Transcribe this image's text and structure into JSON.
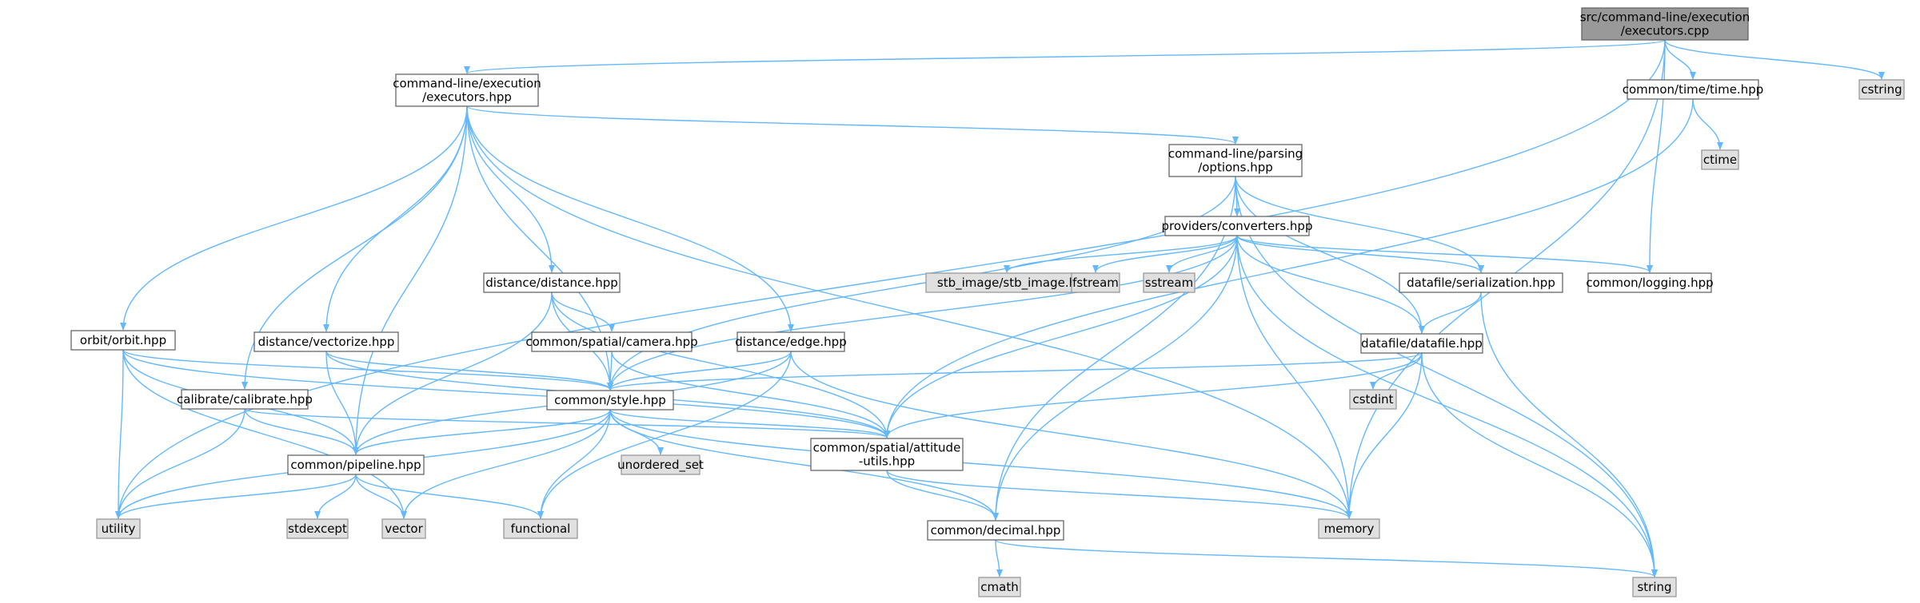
{
  "colors": {
    "edge": "#63b8ff",
    "root_fill": "#999999",
    "root_stroke": "#666666",
    "file_fill": "#ffffff",
    "file_stroke": "#666666",
    "system_fill": "#e0e0e0",
    "system_stroke": "#999999",
    "text": "#000000"
  },
  "nodes": [
    {
      "id": "root",
      "kind": "root",
      "lines": [
        "src/command-line/execution",
        "/executors.cpp"
      ]
    },
    {
      "id": "exechpp",
      "kind": "file",
      "lines": [
        "command-line/execution",
        "/executors.hpp"
      ]
    },
    {
      "id": "time",
      "kind": "file",
      "lines": [
        "common/time/time.hpp"
      ]
    },
    {
      "id": "cstring",
      "kind": "system",
      "lines": [
        "cstring"
      ]
    },
    {
      "id": "ctime",
      "kind": "system",
      "lines": [
        "ctime"
      ]
    },
    {
      "id": "options",
      "kind": "file",
      "lines": [
        "command-line/parsing",
        "/options.hpp"
      ]
    },
    {
      "id": "converters",
      "kind": "file",
      "lines": [
        "providers/converters.hpp"
      ]
    },
    {
      "id": "distance",
      "kind": "file",
      "lines": [
        "distance/distance.hpp"
      ]
    },
    {
      "id": "stb",
      "kind": "system",
      "lines": [
        "stb_image/stb_image.h"
      ]
    },
    {
      "id": "fstream",
      "kind": "system",
      "lines": [
        "fstream"
      ]
    },
    {
      "id": "sstream",
      "kind": "system",
      "lines": [
        "sstream"
      ]
    },
    {
      "id": "serialization",
      "kind": "file",
      "lines": [
        "datafile/serialization.hpp"
      ]
    },
    {
      "id": "logging",
      "kind": "file",
      "lines": [
        "common/logging.hpp"
      ]
    },
    {
      "id": "orbit",
      "kind": "file",
      "lines": [
        "orbit/orbit.hpp"
      ]
    },
    {
      "id": "vectorize",
      "kind": "file",
      "lines": [
        "distance/vectorize.hpp"
      ]
    },
    {
      "id": "camera",
      "kind": "file",
      "lines": [
        "common/spatial/camera.hpp"
      ]
    },
    {
      "id": "edge",
      "kind": "file",
      "lines": [
        "distance/edge.hpp"
      ]
    },
    {
      "id": "datafile",
      "kind": "file",
      "lines": [
        "datafile/datafile.hpp"
      ]
    },
    {
      "id": "cstdint",
      "kind": "system",
      "lines": [
        "cstdint"
      ]
    },
    {
      "id": "calibrate",
      "kind": "file",
      "lines": [
        "calibrate/calibrate.hpp"
      ]
    },
    {
      "id": "style",
      "kind": "file",
      "lines": [
        "common/style.hpp"
      ]
    },
    {
      "id": "attitude",
      "kind": "file",
      "lines": [
        "common/spatial/attitude",
        "-utils.hpp"
      ]
    },
    {
      "id": "unordered",
      "kind": "system",
      "lines": [
        "unordered_set"
      ]
    },
    {
      "id": "pipeline",
      "kind": "file",
      "lines": [
        "common/pipeline.hpp"
      ]
    },
    {
      "id": "utility",
      "kind": "system",
      "lines": [
        "utility"
      ]
    },
    {
      "id": "stdexcept",
      "kind": "system",
      "lines": [
        "stdexcept"
      ]
    },
    {
      "id": "vector",
      "kind": "system",
      "lines": [
        "vector"
      ]
    },
    {
      "id": "functional",
      "kind": "system",
      "lines": [
        "functional"
      ]
    },
    {
      "id": "decimal",
      "kind": "file",
      "lines": [
        "common/decimal.hpp"
      ]
    },
    {
      "id": "memory",
      "kind": "system",
      "lines": [
        "memory"
      ]
    },
    {
      "id": "cmath",
      "kind": "system",
      "lines": [
        "cmath"
      ]
    },
    {
      "id": "string",
      "kind": "system",
      "lines": [
        "string"
      ]
    }
  ],
  "edges": [
    [
      "root",
      "exechpp"
    ],
    [
      "root",
      "time"
    ],
    [
      "root",
      "cstring"
    ],
    [
      "root",
      "logging"
    ],
    [
      "root",
      "memory"
    ],
    [
      "root",
      "utility"
    ],
    [
      "exechpp",
      "options"
    ],
    [
      "exechpp",
      "distance"
    ],
    [
      "exechpp",
      "edge"
    ],
    [
      "exechpp",
      "vectorize"
    ],
    [
      "exechpp",
      "style"
    ],
    [
      "exechpp",
      "calibrate"
    ],
    [
      "exechpp",
      "orbit"
    ],
    [
      "exechpp",
      "pipeline"
    ],
    [
      "exechpp",
      "memory"
    ],
    [
      "time",
      "ctime"
    ],
    [
      "time",
      "attitude"
    ],
    [
      "options",
      "converters"
    ],
    [
      "options",
      "serialization"
    ],
    [
      "options",
      "datafile"
    ],
    [
      "options",
      "style"
    ],
    [
      "options",
      "decimal"
    ],
    [
      "options",
      "string"
    ],
    [
      "converters",
      "stb"
    ],
    [
      "converters",
      "fstream"
    ],
    [
      "converters",
      "sstream"
    ],
    [
      "converters",
      "serialization"
    ],
    [
      "converters",
      "logging"
    ],
    [
      "converters",
      "datafile"
    ],
    [
      "converters",
      "attitude"
    ],
    [
      "converters",
      "decimal"
    ],
    [
      "converters",
      "memory"
    ],
    [
      "converters",
      "string"
    ],
    [
      "converters",
      "style"
    ],
    [
      "serialization",
      "datafile"
    ],
    [
      "serialization",
      "string"
    ],
    [
      "datafile",
      "style"
    ],
    [
      "datafile",
      "cstdint"
    ],
    [
      "datafile",
      "attitude"
    ],
    [
      "datafile",
      "memory"
    ],
    [
      "datafile",
      "string"
    ],
    [
      "distance",
      "camera"
    ],
    [
      "distance",
      "style"
    ],
    [
      "distance",
      "pipeline"
    ],
    [
      "distance",
      "attitude"
    ],
    [
      "camera",
      "style"
    ],
    [
      "camera",
      "attitude"
    ],
    [
      "edge",
      "style"
    ],
    [
      "edge",
      "pipeline"
    ],
    [
      "edge",
      "functional"
    ],
    [
      "edge",
      "memory"
    ],
    [
      "vectorize",
      "style"
    ],
    [
      "vectorize",
      "pipeline"
    ],
    [
      "vectorize",
      "attitude"
    ],
    [
      "orbit",
      "style"
    ],
    [
      "orbit",
      "pipeline"
    ],
    [
      "orbit",
      "attitude"
    ],
    [
      "orbit",
      "utility"
    ],
    [
      "orbit",
      "vector"
    ],
    [
      "calibrate",
      "pipeline"
    ],
    [
      "calibrate",
      "attitude"
    ],
    [
      "calibrate",
      "utility"
    ],
    [
      "style",
      "pipeline"
    ],
    [
      "style",
      "attitude"
    ],
    [
      "style",
      "unordered"
    ],
    [
      "style",
      "functional"
    ],
    [
      "style",
      "vector"
    ],
    [
      "style",
      "utility"
    ],
    [
      "style",
      "memory"
    ],
    [
      "style",
      "decimal"
    ],
    [
      "pipeline",
      "utility"
    ],
    [
      "pipeline",
      "stdexcept"
    ],
    [
      "pipeline",
      "vector"
    ],
    [
      "pipeline",
      "functional"
    ],
    [
      "attitude",
      "decimal"
    ],
    [
      "attitude",
      "memory"
    ],
    [
      "decimal",
      "cmath"
    ],
    [
      "decimal",
      "string"
    ]
  ]
}
